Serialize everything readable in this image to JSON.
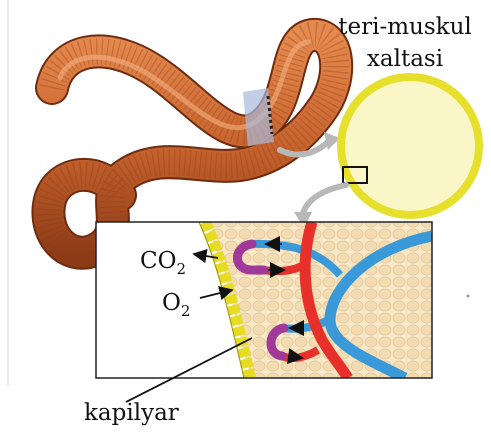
{
  "labels": {
    "muscle_sac_line1": "teri-muskul",
    "muscle_sac_line2": "xaltasi",
    "co2_main": "CO",
    "co2_sub": "2",
    "o2_main": "O",
    "o2_sub": "2",
    "capillary": "kapilyar"
  },
  "colors": {
    "worm": "#c8642e",
    "worm_dark": "#8e3c17",
    "sac_fill": "#fbf6c8",
    "sac_ring": "#e6e02c",
    "tissue": "#f6e3c0",
    "artery": "#e8302a",
    "vein": "#3a9ad9",
    "capillary_mixed": "#a0399a"
  }
}
